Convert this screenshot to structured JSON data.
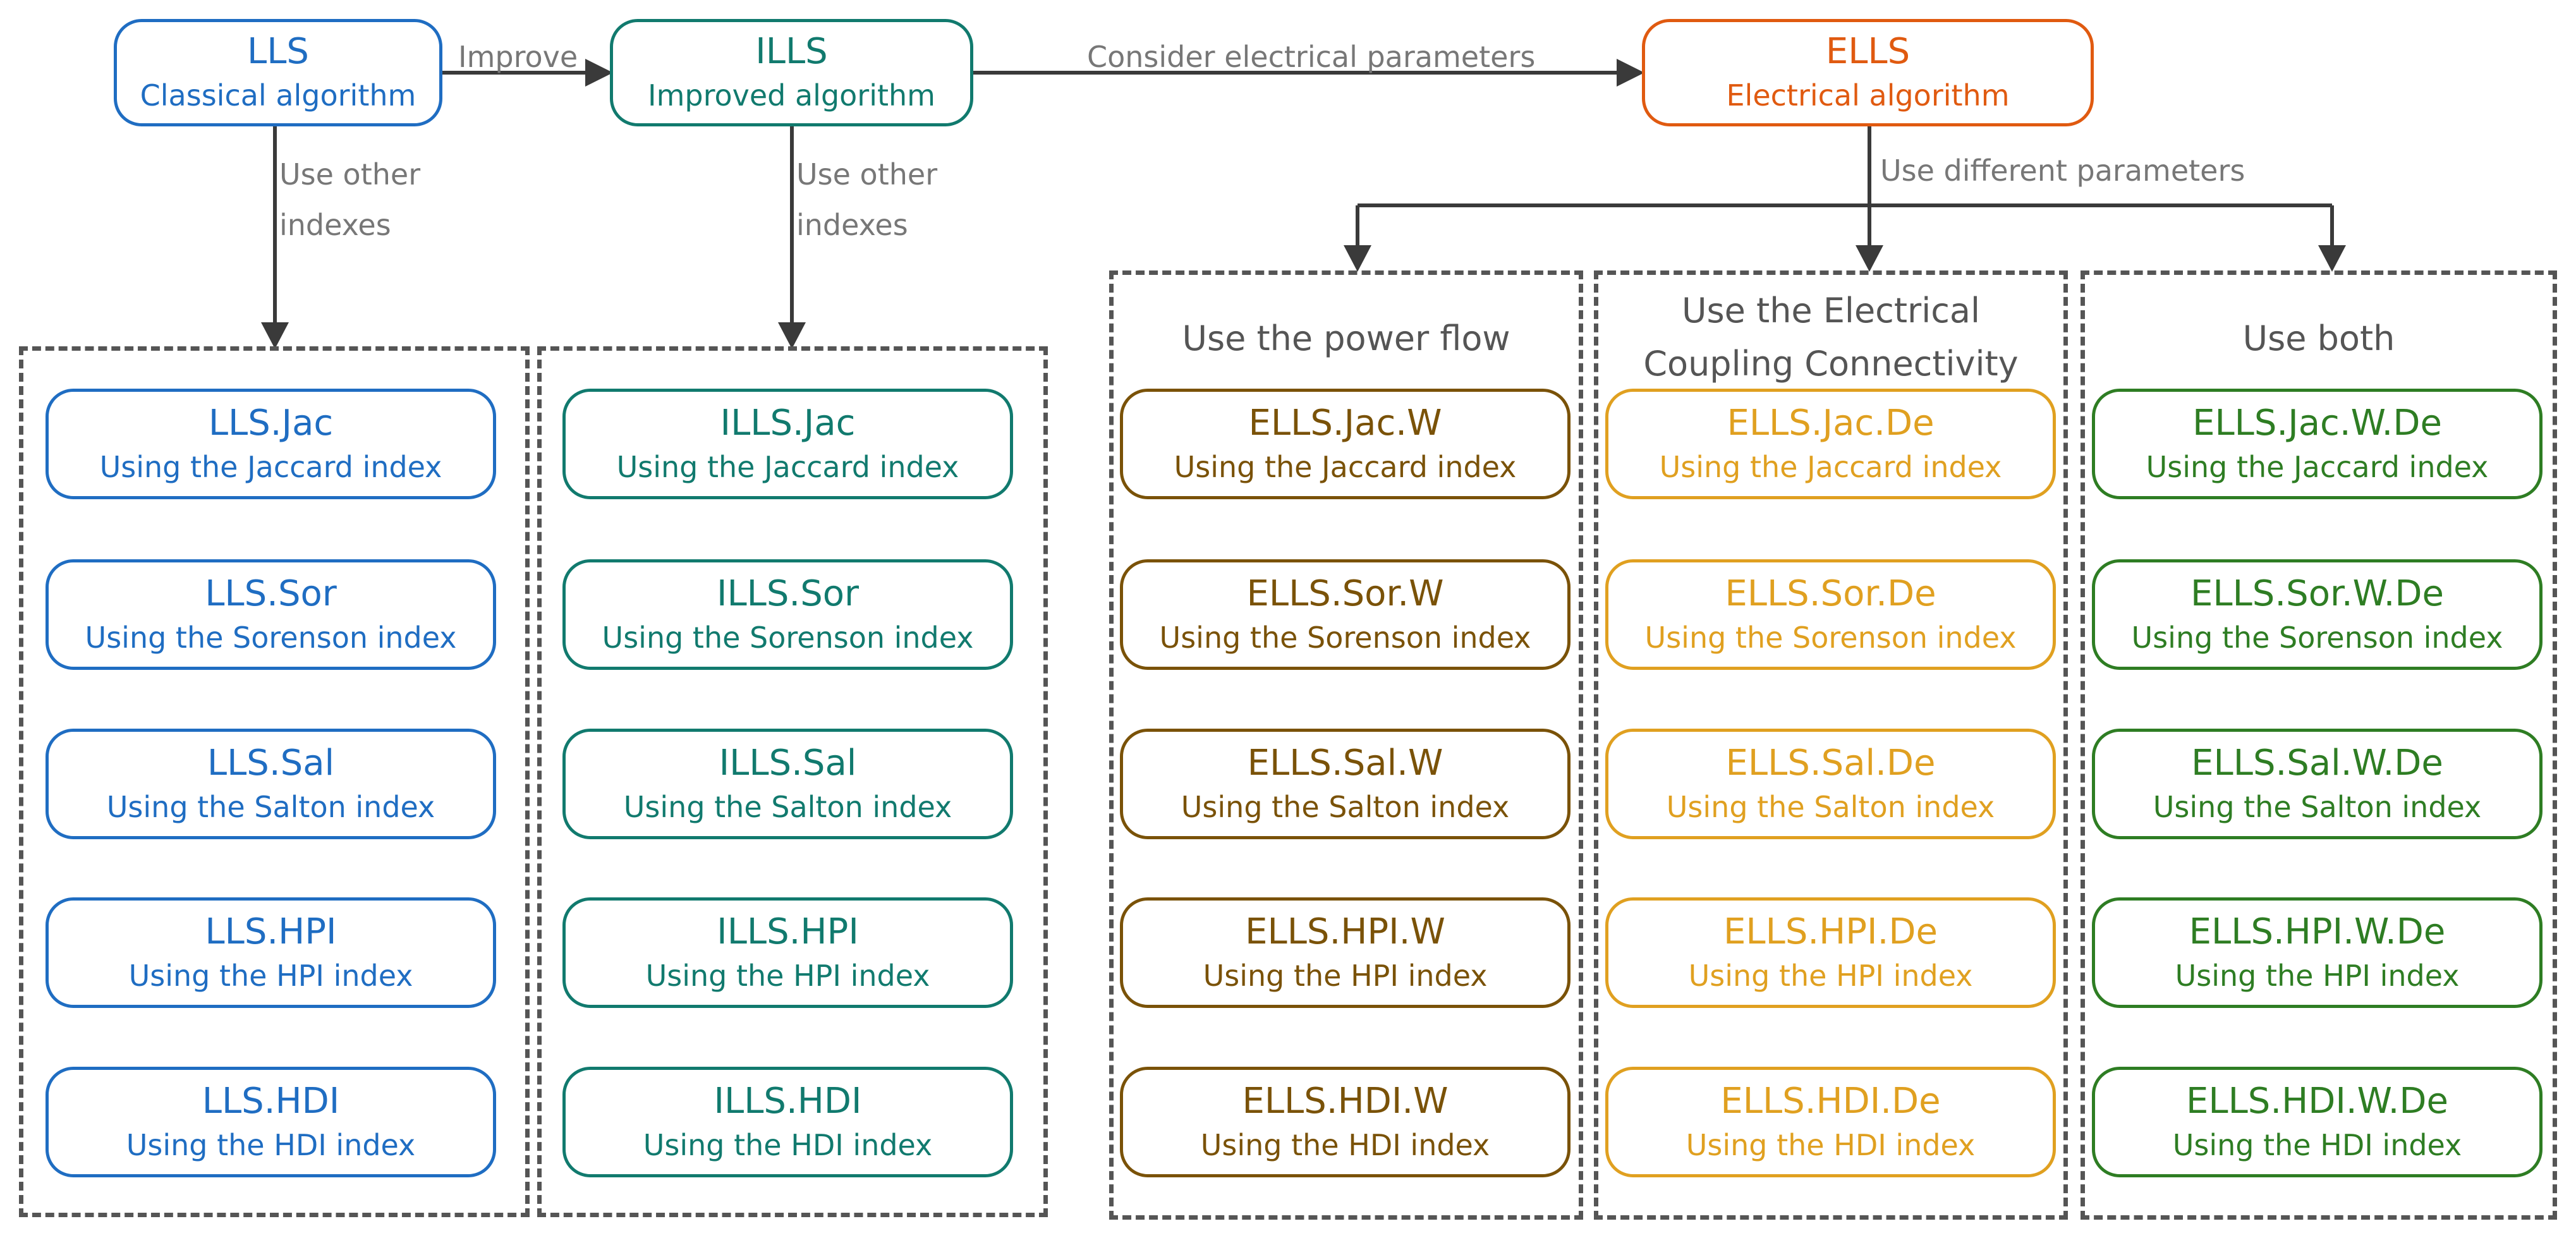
{
  "colors": {
    "blue": "#1f6dc2",
    "teal": "#117a6e",
    "orange": "#e05a10",
    "brown": "#7a5208",
    "gold": "#e0a020",
    "green": "#2e7d23",
    "line": "#3a3a3a",
    "dash": "#555555",
    "label": "#777777"
  },
  "top": {
    "lls": {
      "name": "LLS",
      "desc": "Classical algorithm"
    },
    "ills": {
      "name": "ILLS",
      "desc": "Improved algorithm"
    },
    "ells": {
      "name": "ELLS",
      "desc": "Electrical algorithm"
    }
  },
  "edges": {
    "improve": "Improve",
    "consider": "Consider electrical parameters",
    "use_other_lls": "Use other indexes",
    "use_other_ills": "Use other indexes",
    "use_diff": "Use different parameters"
  },
  "groups": {
    "power_flow": "Use the power flow",
    "ecc": "Use the Electrical Coupling Connectivity",
    "both": "Use both"
  },
  "columns": {
    "lls": [
      {
        "name": "LLS.Jac",
        "desc": "Using the Jaccard index"
      },
      {
        "name": "LLS.Sor",
        "desc": "Using the Sorenson index"
      },
      {
        "name": "LLS.Sal",
        "desc": "Using the Salton index"
      },
      {
        "name": "LLS.HPI",
        "desc": "Using the HPI index"
      },
      {
        "name": "LLS.HDI",
        "desc": "Using the HDI index"
      }
    ],
    "ills": [
      {
        "name": "ILLS.Jac",
        "desc": "Using the Jaccard index"
      },
      {
        "name": "ILLS.Sor",
        "desc": "Using the Sorenson index"
      },
      {
        "name": "ILLS.Sal",
        "desc": "Using the Salton index"
      },
      {
        "name": "ILLS.HPI",
        "desc": "Using the HPI index"
      },
      {
        "name": "ILLS.HDI",
        "desc": "Using the HDI index"
      }
    ],
    "ells_w": [
      {
        "name": "ELLS.Jac.W",
        "desc": "Using the Jaccard index"
      },
      {
        "name": "ELLS.Sor.W",
        "desc": "Using the Sorenson index"
      },
      {
        "name": "ELLS.Sal.W",
        "desc": "Using the Salton index"
      },
      {
        "name": "ELLS.HPI.W",
        "desc": "Using the HPI index"
      },
      {
        "name": "ELLS.HDI.W",
        "desc": "Using the HDI index"
      }
    ],
    "ells_de": [
      {
        "name": "ELLS.Jac.De",
        "desc": "Using the Jaccard index"
      },
      {
        "name": "ELLS.Sor.De",
        "desc": "Using the Sorenson index"
      },
      {
        "name": "ELLS.Sal.De",
        "desc": "Using the Salton index"
      },
      {
        "name": "ELLS.HPI.De",
        "desc": "Using the HPI index"
      },
      {
        "name": "ELLS.HDI.De",
        "desc": "Using the HDI index"
      }
    ],
    "ells_wde": [
      {
        "name": "ELLS.Jac.W.De",
        "desc": "Using the Jaccard index"
      },
      {
        "name": "ELLS.Sor.W.De",
        "desc": "Using the Sorenson index"
      },
      {
        "name": "ELLS.Sal.W.De",
        "desc": "Using the Salton index"
      },
      {
        "name": "ELLS.HPI.W.De",
        "desc": "Using the HPI index"
      },
      {
        "name": "ELLS.HDI.W.De",
        "desc": "Using the HDI index"
      }
    ]
  }
}
